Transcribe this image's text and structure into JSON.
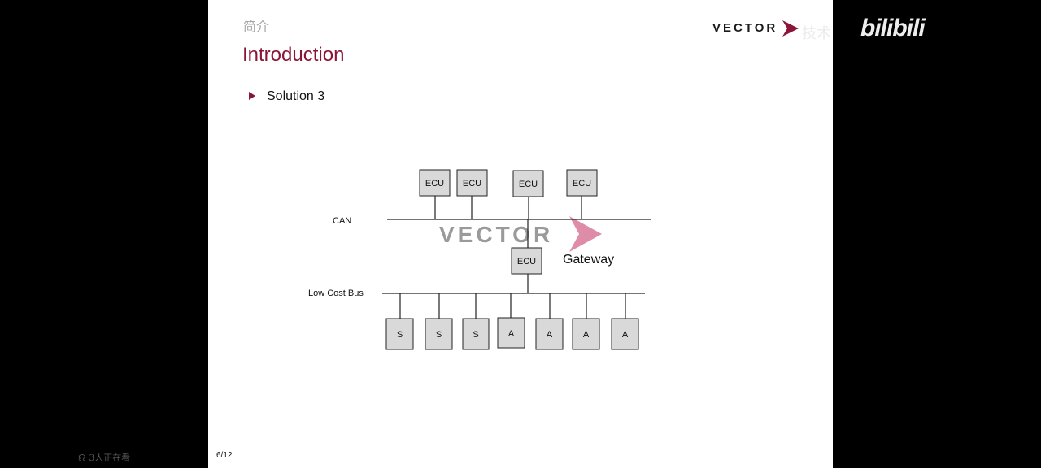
{
  "slide": {
    "subtitle_cn": "简介",
    "title": "Introduction",
    "bullet": "Solution 3",
    "page_number": "6/12",
    "logo_text": "VECTOR"
  },
  "overlay": {
    "watermark_cn": "技术",
    "watermark_brand": "bilibili",
    "viewers_text": "3人正在看"
  },
  "diagram": {
    "can_label": "CAN",
    "low_cost_label": "Low Cost Bus",
    "gateway_label": "Gateway",
    "watermark_text": "VECTOR",
    "ecu_label": "ECU",
    "top_ecus": [
      "ECU",
      "ECU",
      "ECU",
      "ECU"
    ],
    "gateway_ecu": "ECU",
    "nodes": [
      "S",
      "S",
      "S",
      "A",
      "A",
      "A",
      "A"
    ]
  },
  "colors": {
    "accent": "#8a1538",
    "watermark_arrow": "#d9789a"
  }
}
